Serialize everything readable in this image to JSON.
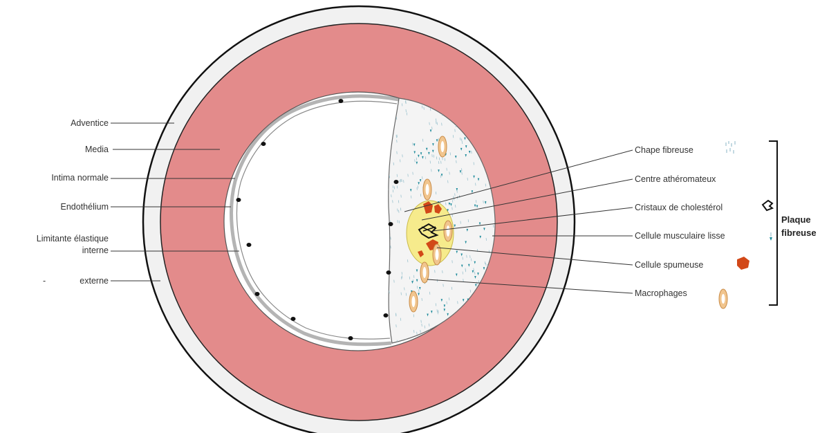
{
  "labels_left": {
    "adventice": "Adventice",
    "media": "Media",
    "intima_normale": "Intima normale",
    "endothelium": "Endothélium",
    "limitante_interne_line1": "Limitante élastique",
    "limitante_interne_line2": "interne",
    "limitante_externe_dash": "-",
    "limitante_externe": "externe"
  },
  "labels_right": {
    "chape_fibreuse": "Chape fibreuse",
    "centre_atheromateux": "Centre athéromateux",
    "cristaux_cholesterol": "Cristaux de cholestérol",
    "cellule_musculaire_lisse": "Cellule musculaire lisse",
    "cellule_spumeuse": "Cellule spumeuse",
    "macrophages": "Macrophages"
  },
  "bracket_label": {
    "line1": "Plaque",
    "line2": "fibreuse"
  },
  "colors": {
    "media": "#e38b8b",
    "adventice": "#f1f1f1",
    "plaque_background": "#f4f4f4",
    "atheromatous_core": "#f6eb8c",
    "foam_cell": "#d24818",
    "macrophage": "#f1c58e",
    "smooth_muscle_cell": "#1c8a9a",
    "outline": "#111111"
  }
}
